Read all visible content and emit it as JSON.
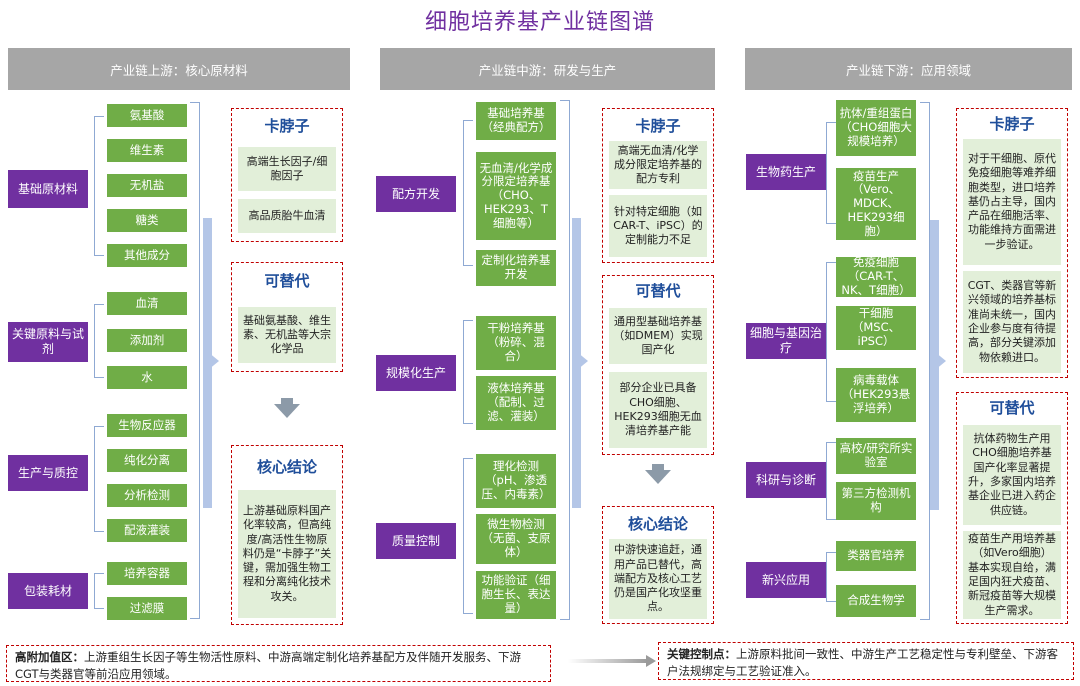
{
  "title": "细胞培养基产业链图谱",
  "upstream": {
    "header": "产业链上游：核心原材料",
    "groups": [
      {
        "label": "基础原材料",
        "items": [
          "氨基酸",
          "维生素",
          "无机盐",
          "糖类",
          "其他成分"
        ]
      },
      {
        "label": "关键原料与试剂",
        "items": [
          "血清",
          "添加剂",
          "水"
        ]
      },
      {
        "label": "生产与质控",
        "items": [
          "生物反应器",
          "纯化分离",
          "分析检测",
          "配液灌装"
        ]
      },
      {
        "label": "包装耗材",
        "items": [
          "培养容器",
          "过滤膜"
        ]
      }
    ],
    "bottleneck": {
      "title": "卡脖子",
      "items": [
        "高端生长因子/细胞因子",
        "高品质胎牛血清"
      ]
    },
    "substitute": {
      "title": "可替代",
      "items": [
        "基础氨基酸、维生素、无机盐等大宗化学品"
      ]
    },
    "conclusion": {
      "title": "核心结论",
      "text": "上游基础原料国产化率较高，但高纯度/高活性生物原料仍是“卡脖子”关键，需加强生物工程和分离纯化技术攻关。"
    }
  },
  "midstream": {
    "header": "产业链中游：研发与生产",
    "groups": [
      {
        "label": "配方开发",
        "items": [
          "基础培养基（经典配方）",
          "无血清/化学成分限定培养基（CHO、HEK293、T细胞等）",
          "定制化培养基开发"
        ]
      },
      {
        "label": "规模化生产",
        "items": [
          "干粉培养基（粉碎、混合）",
          "液体培养基（配制、过滤、灌装）"
        ]
      },
      {
        "label": "质量控制",
        "items": [
          "理化检测（pH、渗透压、内毒素）",
          "微生物检测（无菌、支原体）",
          "功能验证（细胞生长、表达量）"
        ]
      }
    ],
    "bottleneck": {
      "title": "卡脖子",
      "items": [
        "高端无血清/化学成分限定培养基的配方专利",
        "针对特定细胞（如CAR-T、iPSC）的定制能力不足"
      ]
    },
    "substitute": {
      "title": "可替代",
      "items": [
        "通用型基础培养基（如DMEM）实现国产化",
        "部分企业已具备CHO细胞、HEK293细胞无血清培养基产能"
      ]
    },
    "conclusion": {
      "title": "核心结论",
      "text": "中游快速追赶，通用产品已替代，高端配方及核心工艺仍是国产化攻坚重点。"
    }
  },
  "downstream": {
    "header": "产业链下游：应用领域",
    "groups": [
      {
        "label": "生物药生产",
        "items": [
          "抗体/重组蛋白（CHO细胞大规模培养）",
          "疫苗生产（Vero、MDCK、HEK293细胞）"
        ]
      },
      {
        "label": "细胞与基因治疗",
        "items": [
          "免疫细胞（CAR-T、NK、T细胞）",
          "干细胞（MSC、iPSC）",
          "病毒载体（HEK293悬浮培养）"
        ]
      },
      {
        "label": "科研与诊断",
        "items": [
          "高校/研究所实验室",
          "第三方检测机构"
        ]
      },
      {
        "label": "新兴应用",
        "items": [
          "类器官培养",
          "合成生物学"
        ]
      }
    ],
    "bottleneck": {
      "title": "卡脖子",
      "items": [
        "对于干细胞、原代免疫细胞等难养细胞类型，进口培养基仍占主导，国内产品在细胞活率、功能维持方面需进一步验证。",
        "CGT、类器官等新兴领域的培养基标准尚未统一，国内企业参与度有待提高，部分关键添加物依赖进口。"
      ]
    },
    "substitute": {
      "title": "可替代",
      "items": [
        "抗体药物生产用CHO细胞培养基国产化率显著提升，多家国内培养基企业已进入药企供应链。",
        "疫苗生产用培养基（如Vero细胞）基本实现自给，满足国内狂犬疫苗、新冠疫苗等大规模生产需求。"
      ]
    }
  },
  "footer": {
    "left_label": "高附加值区：",
    "left_text": "上游重组生长因子等生物活性原料、中游高端定制化培养基配方及伴随开发服务、下游CGT与类器官等前沿应用领域。",
    "right_label": "关键控制点：",
    "right_text": "上游原料批间一致性、中游生产工艺稳定性与专利壁垒、下游客户法规绑定与工艺验证准入。"
  },
  "colors": {
    "title": "#7030a0",
    "category": "#7030a0",
    "item": "#70ad47",
    "panel_border": "#c00000",
    "panel_title": "#1f4e9a",
    "panel_item_bg": "#e2efd9",
    "header": "#a6a6a6"
  }
}
